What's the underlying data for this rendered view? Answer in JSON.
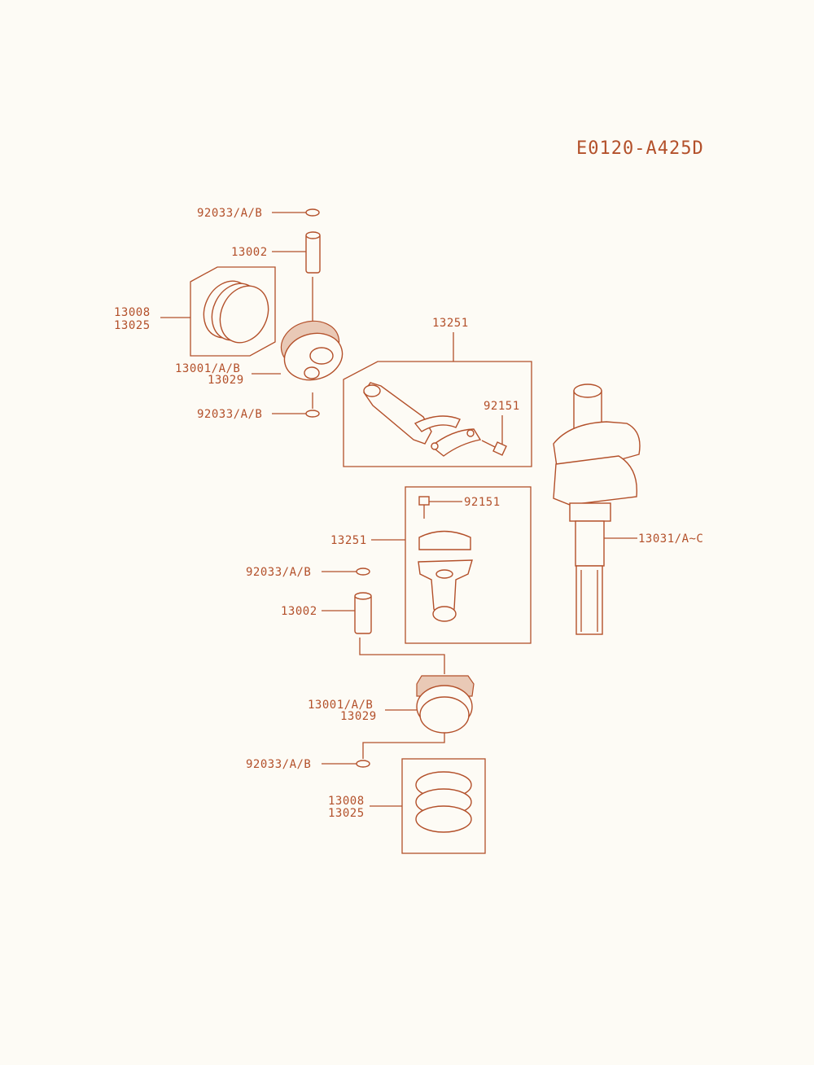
{
  "diagram_code": "E0120-A425D",
  "callouts": {
    "top_clip_upper": "92033/A/B",
    "top_pin": "13002",
    "top_rings_a": "13008",
    "top_rings_b": "13025",
    "top_piston_a": "13001/A/B",
    "top_piston_b": "13029",
    "top_clip_lower": "92033/A/B",
    "rod_assy_top": "13251",
    "rod_bolt_top": "92151",
    "crankshaft": "13031/A~C",
    "rod_bolt_mid": "92151",
    "rod_assy_mid": "13251",
    "mid_clip": "92033/A/B",
    "mid_pin": "13002",
    "bot_piston_a": "13001/A/B",
    "bot_piston_b": "13029",
    "bot_clip": "92033/A/B",
    "bot_rings_a": "13008",
    "bot_rings_b": "13025"
  },
  "colors": {
    "line": "#b3502a",
    "paper": "#fdfbf5"
  }
}
